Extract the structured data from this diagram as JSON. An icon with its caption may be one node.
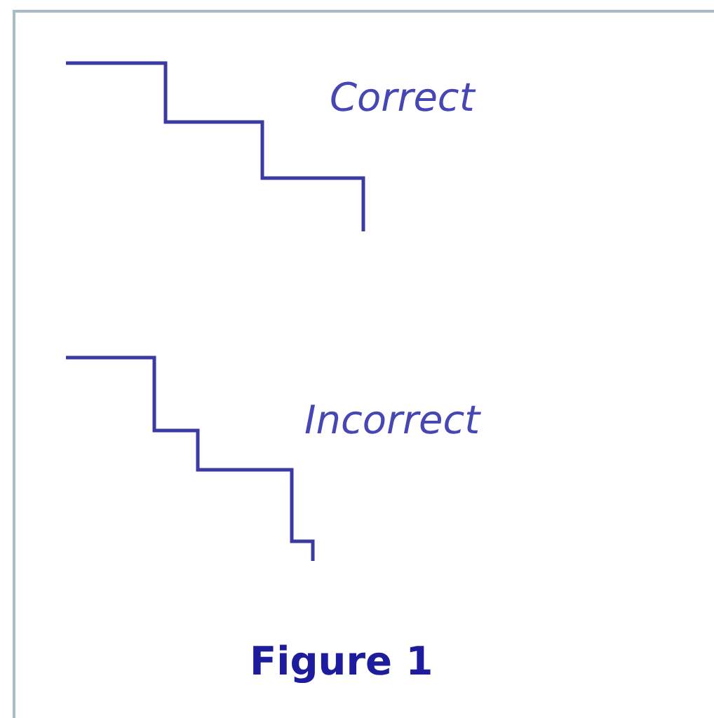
{
  "diagram": {
    "caption": "Figure 1",
    "labels": [
      "Correct",
      "Incorrect"
    ]
  }
}
